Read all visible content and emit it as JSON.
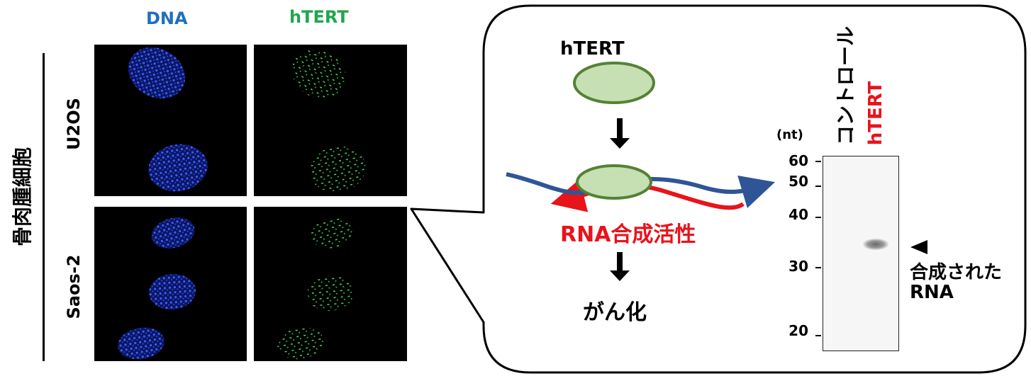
{
  "columns": {
    "dna": "DNA",
    "htert": "hTERT"
  },
  "rows": {
    "group": "骨肉腫細胞",
    "row1": "U2OS",
    "row2": "Saos-2"
  },
  "diagram": {
    "protein_label": "hTERT",
    "activity": "RNA合成活性",
    "outcome": "がん化"
  },
  "gel": {
    "unit": "(nt)",
    "lane1": "コントロール",
    "lane2": "hTERT",
    "ticks": [
      "60",
      "50",
      "40",
      "30",
      "20"
    ],
    "band_label_1": "合成された",
    "band_label_2": "RNA"
  },
  "colors": {
    "dna_blue": "#1f5fbf",
    "htert_green": "#22a650",
    "red": "#e8131b",
    "strand_blue": "#2f5597",
    "protein_fill": "#c6e0b4",
    "protein_stroke": "#548235"
  }
}
